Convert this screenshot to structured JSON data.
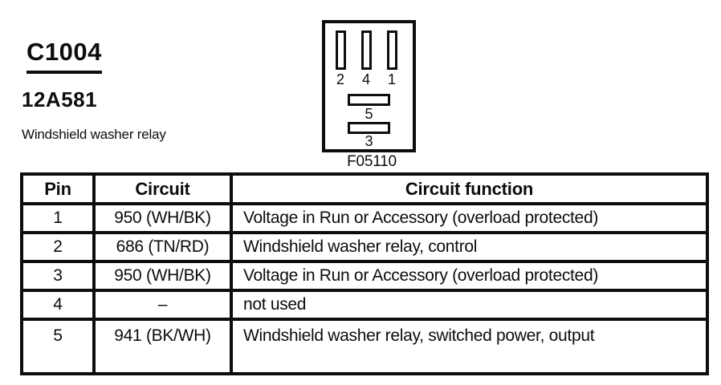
{
  "page": {
    "connector_id": "C1004",
    "part_number": "12A581",
    "description": "Windshield washer relay"
  },
  "connector_diagram": {
    "figure_label": "F05110",
    "top_pin_labels": [
      "2",
      "4",
      "1"
    ],
    "mid_pin_label": "5",
    "bottom_pin_label": "3"
  },
  "pin_table": {
    "headers": [
      "Pin",
      "Circuit",
      "Circuit function"
    ],
    "rows": [
      {
        "pin": "1",
        "circuit": "950 (WH/BK)",
        "function": "Voltage in Run or Accessory (overload protected)"
      },
      {
        "pin": "2",
        "circuit": "686 (TN/RD)",
        "function": "Windshield washer relay, control"
      },
      {
        "pin": "3",
        "circuit": "950 (WH/BK)",
        "function": "Voltage in Run or Accessory (overload protected)"
      },
      {
        "pin": "4",
        "circuit": "–",
        "function": "not used"
      },
      {
        "pin": "5",
        "circuit": "941 (BK/WH)",
        "function": "Windshield washer relay, switched power, output"
      }
    ]
  },
  "colors": {
    "ink": "#0d0d0d",
    "background": "#ffffff"
  }
}
